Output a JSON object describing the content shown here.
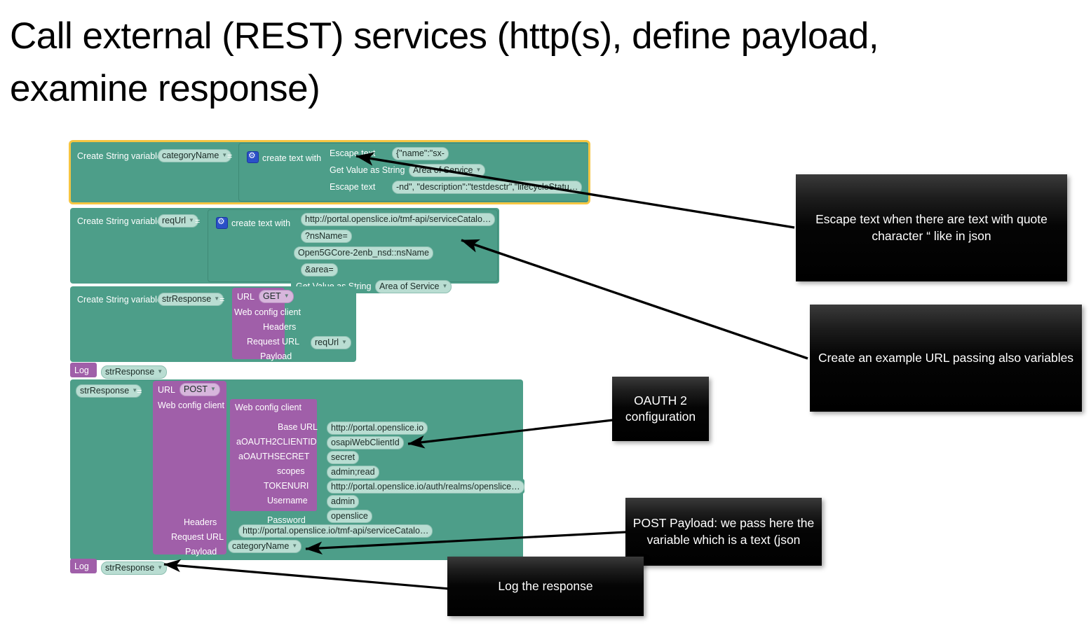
{
  "slide": {
    "title": "Call external (REST) services (http(s), define payload, examine response)"
  },
  "workspace": {
    "blocks": [
      {
        "id": "categoryName-block",
        "selected": true,
        "statement": "Create String variable",
        "variable": "categoryName",
        "operator": "=",
        "mutator_icon": "gear-icon",
        "builder": "create text with",
        "rows": [
          {
            "label": "Escape text",
            "value": "{\"name\":\"sx-"
          },
          {
            "label": "Get Value as String",
            "value": "Area of Service"
          },
          {
            "label": "Escape text",
            "value": "-nd\", \"description\":\"testdesctr\",\"lifecycleStatu…"
          }
        ]
      },
      {
        "id": "requrl-block",
        "selected": false,
        "statement": "Create String variable",
        "variable": "reqUrl",
        "operator": "=",
        "mutator_icon": "gear-icon",
        "builder": "create text with",
        "rows": [
          {
            "label": "",
            "value": "http://portal.openslice.io/tmf-api/serviceCatalo…"
          },
          {
            "label": "",
            "value": "?nsName="
          },
          {
            "label": "",
            "value": "Open5GCore-2enb_nsd::nsName"
          },
          {
            "label": "",
            "value": "&area="
          },
          {
            "label": "Get Value as String",
            "value": "Area of Service"
          }
        ]
      },
      {
        "id": "strresponse-get-block",
        "selected": false,
        "statement": "Create String variable",
        "variable": "strResponse",
        "operator": "=",
        "url_label": "URL",
        "method": "GET",
        "rows": [
          {
            "label": "Web config client",
            "value": ""
          },
          {
            "label": "Headers",
            "value": ""
          },
          {
            "label": "Request URL",
            "value": "reqUrl",
            "is_variable": true
          },
          {
            "label": "Payload",
            "value": ""
          }
        ]
      },
      {
        "id": "log-block-1",
        "statement": "Log",
        "value": "strResponse"
      },
      {
        "id": "strresponse-post-block",
        "selected": false,
        "variable": "strResponse",
        "operator": "=",
        "url_label": "URL",
        "method": "POST",
        "webconfig_label": "Web config client",
        "webconfig_title": "Web config client",
        "oauth_rows": [
          {
            "label": "Base URL",
            "value": "http://portal.openslice.io"
          },
          {
            "label": "aOAUTH2CLIENTID",
            "value": "osapiWebClientId"
          },
          {
            "label": "aOAUTHSECRET",
            "value": "secret"
          },
          {
            "label": "scopes",
            "value": "admin;read"
          },
          {
            "label": "TOKENURI",
            "value": "http://portal.openslice.io/auth/realms/openslice…"
          },
          {
            "label": "Username",
            "value": "admin"
          },
          {
            "label": "Password",
            "value": "openslice"
          }
        ],
        "rows": [
          {
            "label": "Headers",
            "value": ""
          },
          {
            "label": "Request URL",
            "value": "http://portal.openslice.io/tmf-api/serviceCatalo…"
          },
          {
            "label": "Payload",
            "value": "categoryName",
            "is_variable": true
          }
        ]
      },
      {
        "id": "log-block-2",
        "statement": "Log",
        "value": "strResponse"
      }
    ]
  },
  "callouts": [
    {
      "id": "callout-escape-text",
      "text": "Escape text when there are text with quote character “ like in json"
    },
    {
      "id": "callout-example-url",
      "text": "Create an example URL passing also variables"
    },
    {
      "id": "callout-oauth",
      "text": "OAUTH 2\nconfiguration"
    },
    {
      "id": "callout-post-payload",
      "text": "POST\nPayload: we pass here the variable which is a text (json"
    },
    {
      "id": "callout-log",
      "text": "Log the response"
    }
  ],
  "colors": {
    "teal_block": "#4d9e89",
    "purple_block": "#a05fa9",
    "field": "#b9ddd2",
    "selection": "#f5c542",
    "callout_bg": "#000000",
    "mutator_icon": "#2a50c8"
  }
}
